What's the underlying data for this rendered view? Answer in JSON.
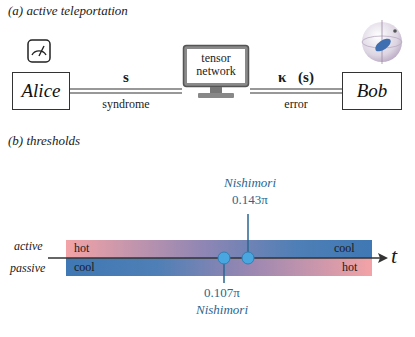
{
  "diagram": {
    "nodes": [
      {
        "text": [
          "Alice"
        ]
      },
      {
        "text": [
          "tensor network"
        ]
      },
      {
        "text": [
          "Bob"
        ]
      }
    ],
    "edges": [
      {
        "from": 0,
        "to": 1,
        "arrow": "none",
        "label": "s"
      },
      {
        "from": 1,
        "to": 2,
        "arrow": "none",
        "label": "κ⃗(s)"
      }
    ],
    "labels": [
      "(a) active teleportation",
      "syndrome",
      "error",
      "(b) thresholds",
      "active",
      "passive",
      "hot",
      "cool",
      "cool",
      "hot",
      "t",
      "Nishimori",
      "0.143π",
      "0.107π",
      "Nishimori"
    ]
  }
}
